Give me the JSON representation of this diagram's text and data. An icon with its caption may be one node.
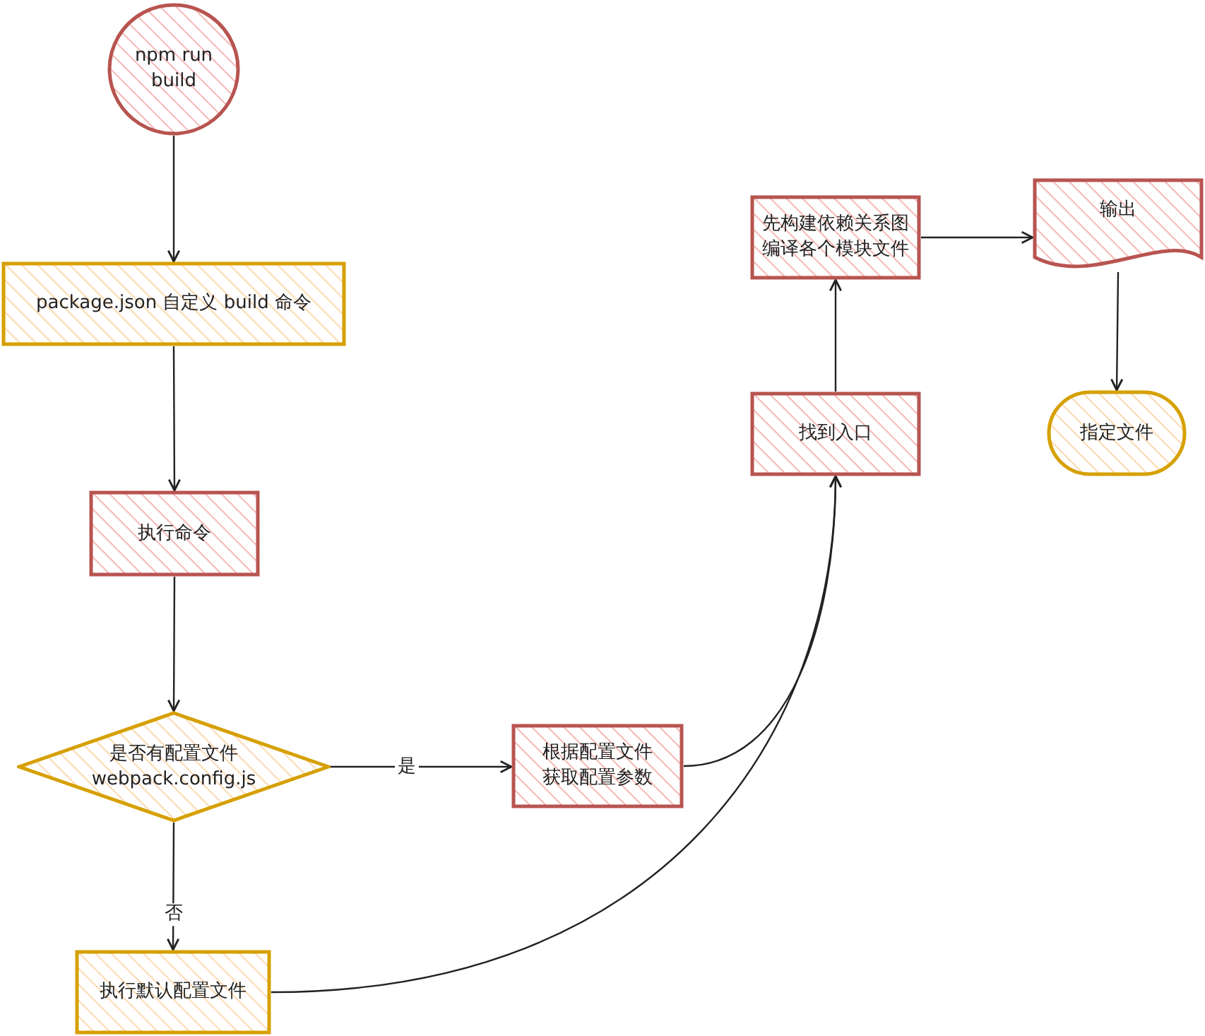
{
  "diagram": {
    "nodes": [
      {
        "text": [
          "npm run build"
        ]
      },
      {
        "text": [
          "package.json 自定义 build 命令"
        ]
      },
      {
        "text": [
          "执行命令"
        ]
      },
      {
        "text": [
          "是否有配置文件 webpack.config.js"
        ]
      },
      {
        "text": [
          "根据配置文件获取配置参数"
        ]
      },
      {
        "text": [
          "执行默认配置文件"
        ]
      },
      {
        "text": [
          "找到入口"
        ]
      },
      {
        "text": [
          "先构建依赖关系图编译各个模块文件"
        ]
      },
      {
        "text": [
          "输出"
        ]
      },
      {
        "text": [
          "指定文件"
        ]
      }
    ],
    "edges": [
      {
        "from": 0,
        "to": 1,
        "arrow": "to"
      },
      {
        "from": 1,
        "to": 2,
        "arrow": "to"
      },
      {
        "from": 2,
        "to": 3,
        "arrow": "to"
      },
      {
        "from": 3,
        "to": 4,
        "arrow": "to",
        "label": "是"
      },
      {
        "from": 3,
        "to": 5,
        "arrow": "to",
        "label": "否"
      },
      {
        "from": 4,
        "to": 6,
        "arrow": "to"
      },
      {
        "from": 5,
        "to": 6,
        "arrow": "to"
      },
      {
        "from": 6,
        "to": 7,
        "arrow": "to"
      },
      {
        "from": 7,
        "to": 8,
        "arrow": "to"
      },
      {
        "from": 8,
        "to": 9,
        "arrow": "to"
      }
    ]
  }
}
